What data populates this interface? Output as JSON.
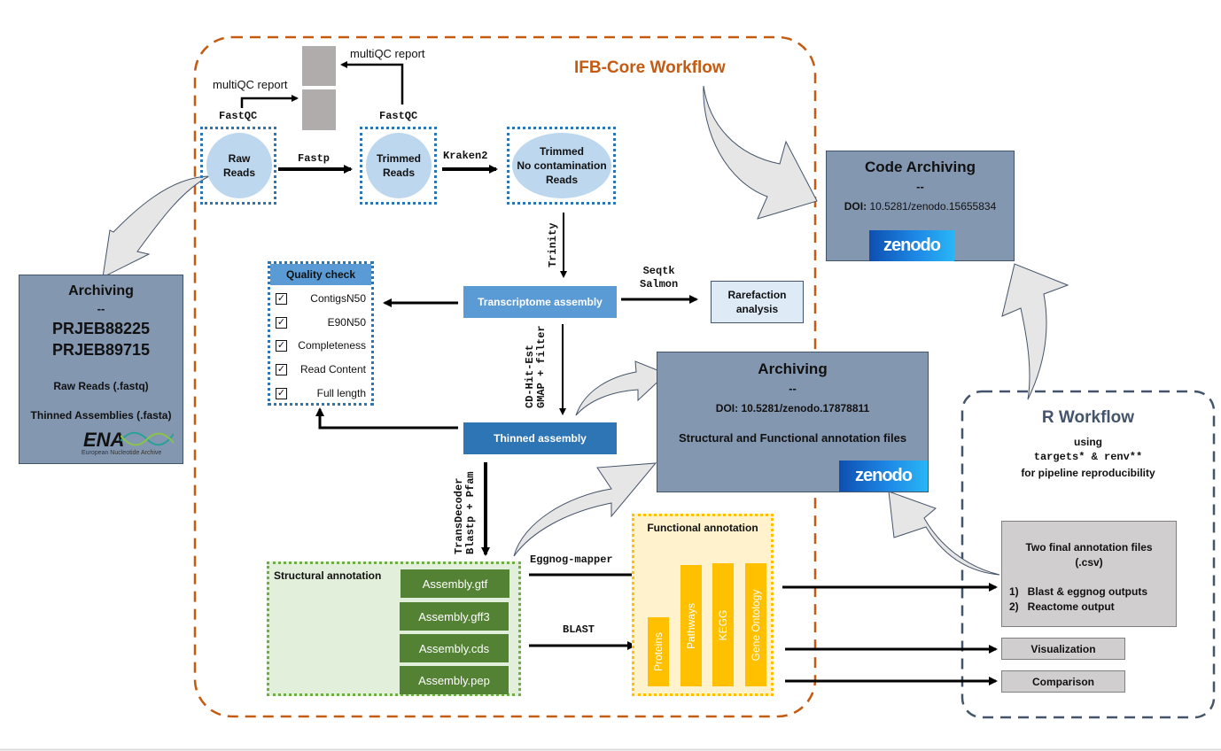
{
  "ifb_workflow": {
    "title": "IFB-Core Workflow",
    "accent_color": "#c55a11",
    "multiqc_report_1": "multiQC report",
    "multiqc_report_2": "multiQC report",
    "fastqc_1": "FastQC",
    "fastqc_2": "FastQC",
    "raw_reads": [
      "Raw",
      "Reads"
    ],
    "fastp": "Fastp",
    "trimmed_reads": [
      "Trimmed",
      "Reads"
    ],
    "kraken2": "Kraken2",
    "trimmed_nocontam": [
      "Trimmed",
      "No contamination",
      "Reads"
    ],
    "trinity": "Trinity",
    "transcriptome_assembly": "Transcriptome assembly",
    "seqtk_salmon": [
      "Seqtk",
      "Salmon"
    ],
    "rarefaction": [
      "Rarefaction",
      "analysis"
    ],
    "cdhit_gmap": [
      "CD-Hit-Est",
      "GMAP + filter"
    ],
    "thinned_assembly": "Thinned assembly",
    "transdecoder": [
      "TransDecoder",
      "Blastp + Pfam"
    ],
    "quality_check": {
      "title": "Quality check",
      "items": [
        "ContigsN50",
        "E90N50",
        "Completeness",
        "Read Content",
        "Full length"
      ]
    },
    "structural_annotation": {
      "title": "Structural annotation",
      "files": [
        "Assembly.gtf",
        "Assembly.gff3",
        "Assembly.cds",
        "Assembly.pep"
      ]
    },
    "eggnog_mapper": "Eggnog-mapper",
    "blast": "BLAST",
    "functional_annotation": {
      "title": "Functional annotation",
      "bars": [
        "Proteins",
        "Pathways",
        "KEGG",
        "Gene Ontology"
      ]
    }
  },
  "archiving_ena": {
    "title": "Archiving",
    "separator": "--",
    "accessions": [
      "PRJEB88225",
      "PRJEB89715"
    ],
    "raw_reads": "Raw Reads (.fastq)",
    "assemblies": "Thinned Assemblies (.fasta)",
    "logo_text": "ENA",
    "logo_subtitle": "European Nucleotide Archive"
  },
  "code_archiving": {
    "title": "Code Archiving",
    "separator": "--",
    "doi_label": "DOI:",
    "doi_value": "10.5281/zenodo.15655834",
    "logo": "zenodo"
  },
  "annotation_archiving": {
    "title": "Archiving",
    "separator": "--",
    "doi": "DOI: 10.5281/zenodo.17878811",
    "description": "Structural and Functional annotation files",
    "logo": "zenodo"
  },
  "r_workflow": {
    "title": "R Workflow",
    "accent_color": "#44546a",
    "using": "using",
    "packages": "targets* & renv**",
    "purpose": "for pipeline reproducibility",
    "final_files": {
      "title": "Two final annotation files",
      "subtitle": "(.csv)",
      "items": [
        "1)   Blast & eggnog outputs",
        "2)   Reactome output"
      ]
    },
    "visualization": "Visualization",
    "comparison": "Comparison"
  }
}
